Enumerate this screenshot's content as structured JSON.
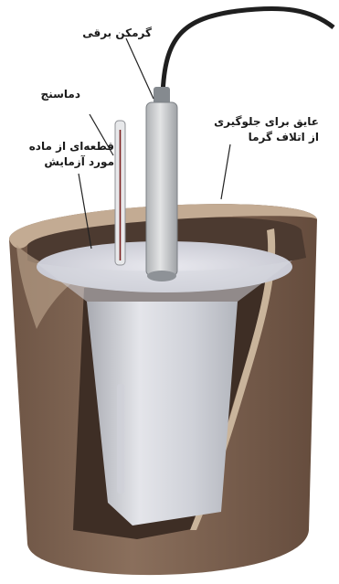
{
  "labels": {
    "heater": "گرمکن برقی",
    "thermometer": "دماسنج",
    "sample": "قطعه‌ای از ماده\nمورد آزمایش",
    "insulator": "عایق برای جلوگیری\nاز اتلاف گرما"
  }
}
